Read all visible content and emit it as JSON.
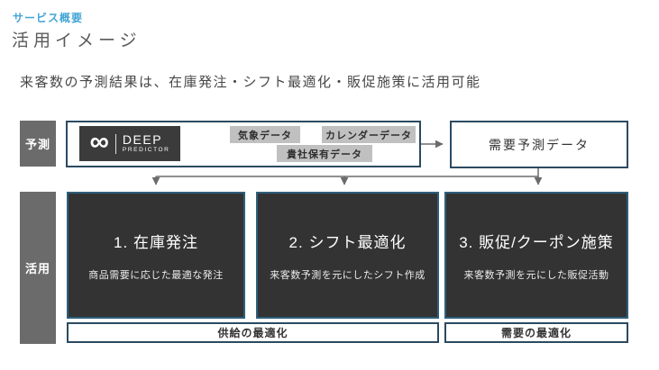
{
  "page": {
    "eyebrow": "サービス概要",
    "title": "活用イメージ",
    "lead": "来客数の予測結果は、在庫発注・シフト最適化・販促施策に活用可能"
  },
  "diagram": {
    "predict_label": "予測",
    "apply_label": "活用",
    "logo": {
      "infinity": "∞",
      "line1": "DEEP",
      "line2": "PREDICTOR"
    },
    "inputs": [
      "気象データ",
      "カレンダーデータ",
      "貴社保有データ"
    ],
    "forecast_label": "需要予測データ",
    "use_cases": [
      {
        "title": "1. 在庫発注",
        "desc": "商品需要に応じた最適な発注"
      },
      {
        "title": "2. シフト最適化",
        "desc": "来客数予測を元にしたシフト作成"
      },
      {
        "title": "3. 販促/クーポン施策",
        "desc": "来客数予測を元にした販促活動"
      }
    ],
    "footers": [
      {
        "label": "供給の最適化"
      },
      {
        "label": "需要の最適化"
      }
    ],
    "colors": {
      "accent_blue": "#45a5d6",
      "navy_border": "#2b4a62",
      "dark_box": "#333333",
      "dark_box_border": "#2e5f7c",
      "gray_label": "#6b6b6b",
      "chip_gray": "#c0c0c0",
      "arrow_gray": "#6b6b6b",
      "logo_bg": "#3b3b3b"
    }
  }
}
